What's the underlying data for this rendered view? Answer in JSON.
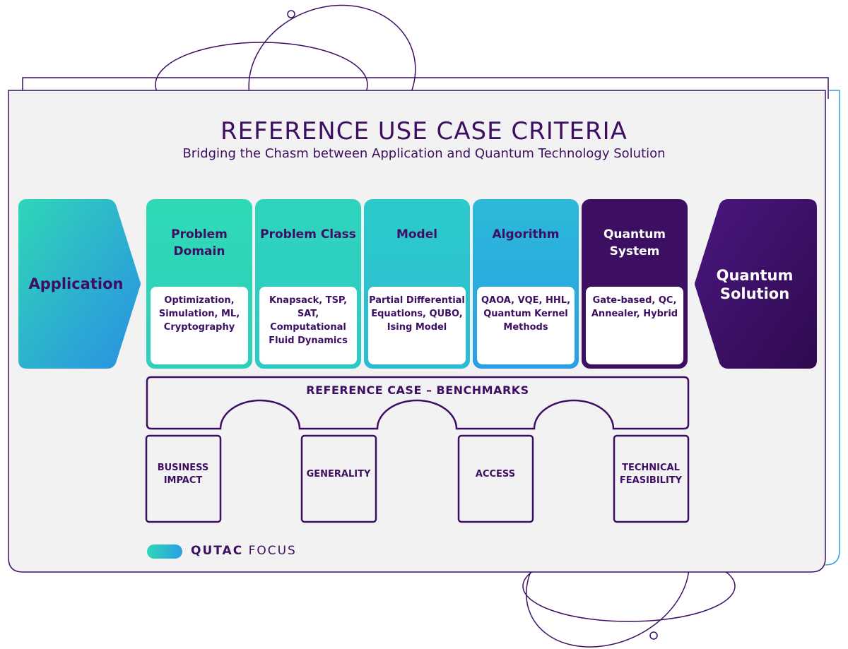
{
  "header": {
    "title": "REFERENCE USE CASE CRITERIA",
    "subtitle": "Bridging the Chasm between Application and Quantum Technology Solution"
  },
  "application_label": "Application",
  "solution_label": "Quantum Solution",
  "columns": [
    {
      "heading": "Problem Domain",
      "body": "Optimization, Simulation, ML, Cryptography"
    },
    {
      "heading": "Problem Class",
      "body": "Knapsack, TSP, SAT, Computational Fluid Dynamics"
    },
    {
      "heading": "Model",
      "body": "Partial Differential Equations, QUBO, Ising Model"
    },
    {
      "heading": "Algorithm",
      "body": "QAOA, VQE, HHL, Quantum Kernel Methods"
    },
    {
      "heading": "Quantum System",
      "body": "Gate-based, QC, Annealer, Hybrid"
    }
  ],
  "benchmarks": {
    "title": "REFERENCE CASE – BENCHMARKS",
    "pillars": [
      "BUSINESS IMPACT",
      "GENERALITY",
      "ACCESS",
      "TECHNICAL FEASIBILITY"
    ]
  },
  "legend": {
    "brand": "QUTAC",
    "label": "FOCUS"
  },
  "colors": {
    "dark_purple": "#3d0f63",
    "teal": "#2fd6b7",
    "blue": "#2a9fe4",
    "panel_bg": "#f2f2f2"
  }
}
